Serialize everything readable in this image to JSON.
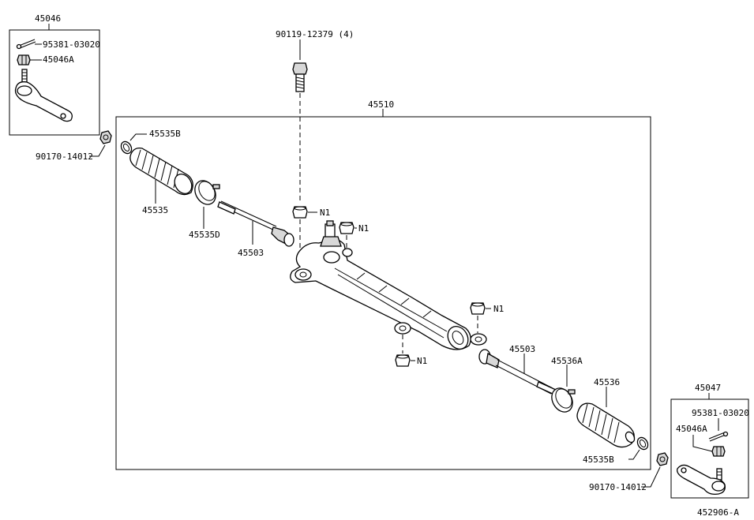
{
  "labels": {
    "l45046": "45046",
    "l95381_left": "95381-03020",
    "l45046A_left": "45046A",
    "l90119": "90119-12379 (4)",
    "l45510": "45510",
    "l45535B_top": "45535B",
    "l90170_left": "90170-14012",
    "l45535": "45535",
    "l45535D": "45535D",
    "l45503_left": "45503",
    "lN1_a": "N1",
    "lN1_b": "N1",
    "lN1_c": "N1",
    "lN1_d": "N1",
    "l45503_right": "45503",
    "l45536A": "45536A",
    "l45536": "45536",
    "l45535B_bottom": "45535B",
    "l45047": "45047",
    "l95381_right": "95381-03020",
    "l45046A_right": "45046A",
    "l90170_right": "90170-14012",
    "l452906": "452906-A"
  }
}
